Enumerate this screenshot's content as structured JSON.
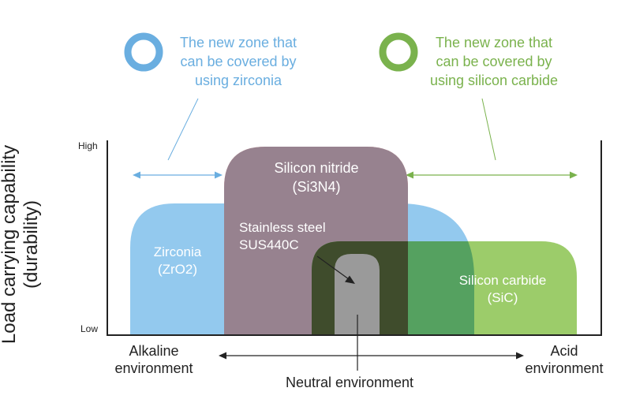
{
  "legend": {
    "zirconia_zone": [
      "The new zone that",
      "can be covered by",
      "using zirconia"
    ],
    "sic_zone": [
      "The new zone that",
      "can be covered by",
      "using silicon carbide"
    ]
  },
  "y_axis": {
    "label": [
      "Load carrying capability",
      "(durability)"
    ],
    "high": "High",
    "low": "Low"
  },
  "x_axis": {
    "left": [
      "Alkaline",
      "environment"
    ],
    "right": [
      "Acid",
      "environment"
    ],
    "center": "Neutral environment"
  },
  "materials": {
    "silicon_nitride": [
      "Silicon nitride",
      "(Si3N4)"
    ],
    "zirconia": [
      "Zirconia",
      "(ZrO2)"
    ],
    "stainless_steel": [
      "Stainless steel",
      "SUS440C"
    ],
    "silicon_carbide": [
      "Silicon carbide",
      "(SiC)"
    ]
  },
  "colors": {
    "zirconia": "#93c9ee",
    "silicon_nitride": "#f6a19a",
    "silicon_carbide": "#9ccc6a",
    "overlap_zr_sn": "#97828f",
    "sic_dark": "#3f4c2c",
    "sic_mid": "#55a160",
    "steel": "#9a9a9a",
    "legend_blue": "#6aaee0",
    "legend_green": "#7ab24d"
  }
}
